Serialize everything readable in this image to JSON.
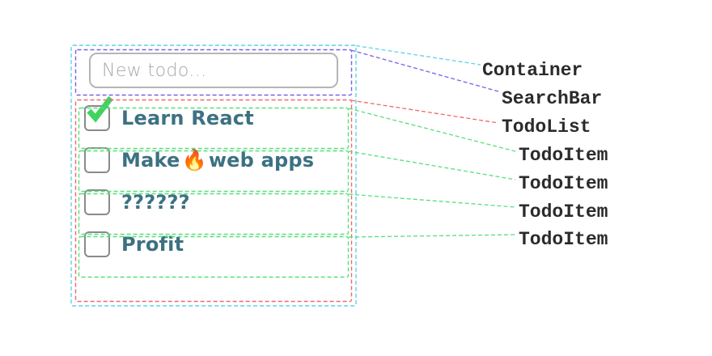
{
  "app": {
    "search": {
      "name": "new-todo-input",
      "value": "",
      "placeholder": "New todo..."
    },
    "todos": [
      {
        "label": "Learn React",
        "checked": true,
        "emoji": ""
      },
      {
        "label": "Make",
        "checked": false,
        "emoji": "🔥",
        "label_after": "web apps"
      },
      {
        "label": "??????",
        "checked": false,
        "emoji": ""
      },
      {
        "label": "Profit",
        "checked": false,
        "emoji": ""
      }
    ]
  },
  "annotations": [
    {
      "text": "Container",
      "color": "#5bd3e8"
    },
    {
      "text": "SearchBar",
      "color": "#7c5fe6"
    },
    {
      "text": "TodoList",
      "color": "#f2676b"
    },
    {
      "text": "TodoItem",
      "color": "#56e07a"
    },
    {
      "text": "TodoItem",
      "color": "#56e07a"
    },
    {
      "text": "TodoItem",
      "color": "#56e07a"
    },
    {
      "text": "TodoItem",
      "color": "#56e07a"
    }
  ],
  "colors": {
    "container_outline": "#5bd3e8",
    "searchbar_outline": "#7c5fe6",
    "todolist_outline": "#f2676b",
    "todoitem_outline": "#56e07a",
    "todo_text": "#3c7182",
    "placeholder_text": "#a8a8a8",
    "checkbox_border": "#8a8a8a",
    "check_green": "#3fd35f",
    "label_text": "#2b2b2b",
    "background": "#ffffff"
  }
}
